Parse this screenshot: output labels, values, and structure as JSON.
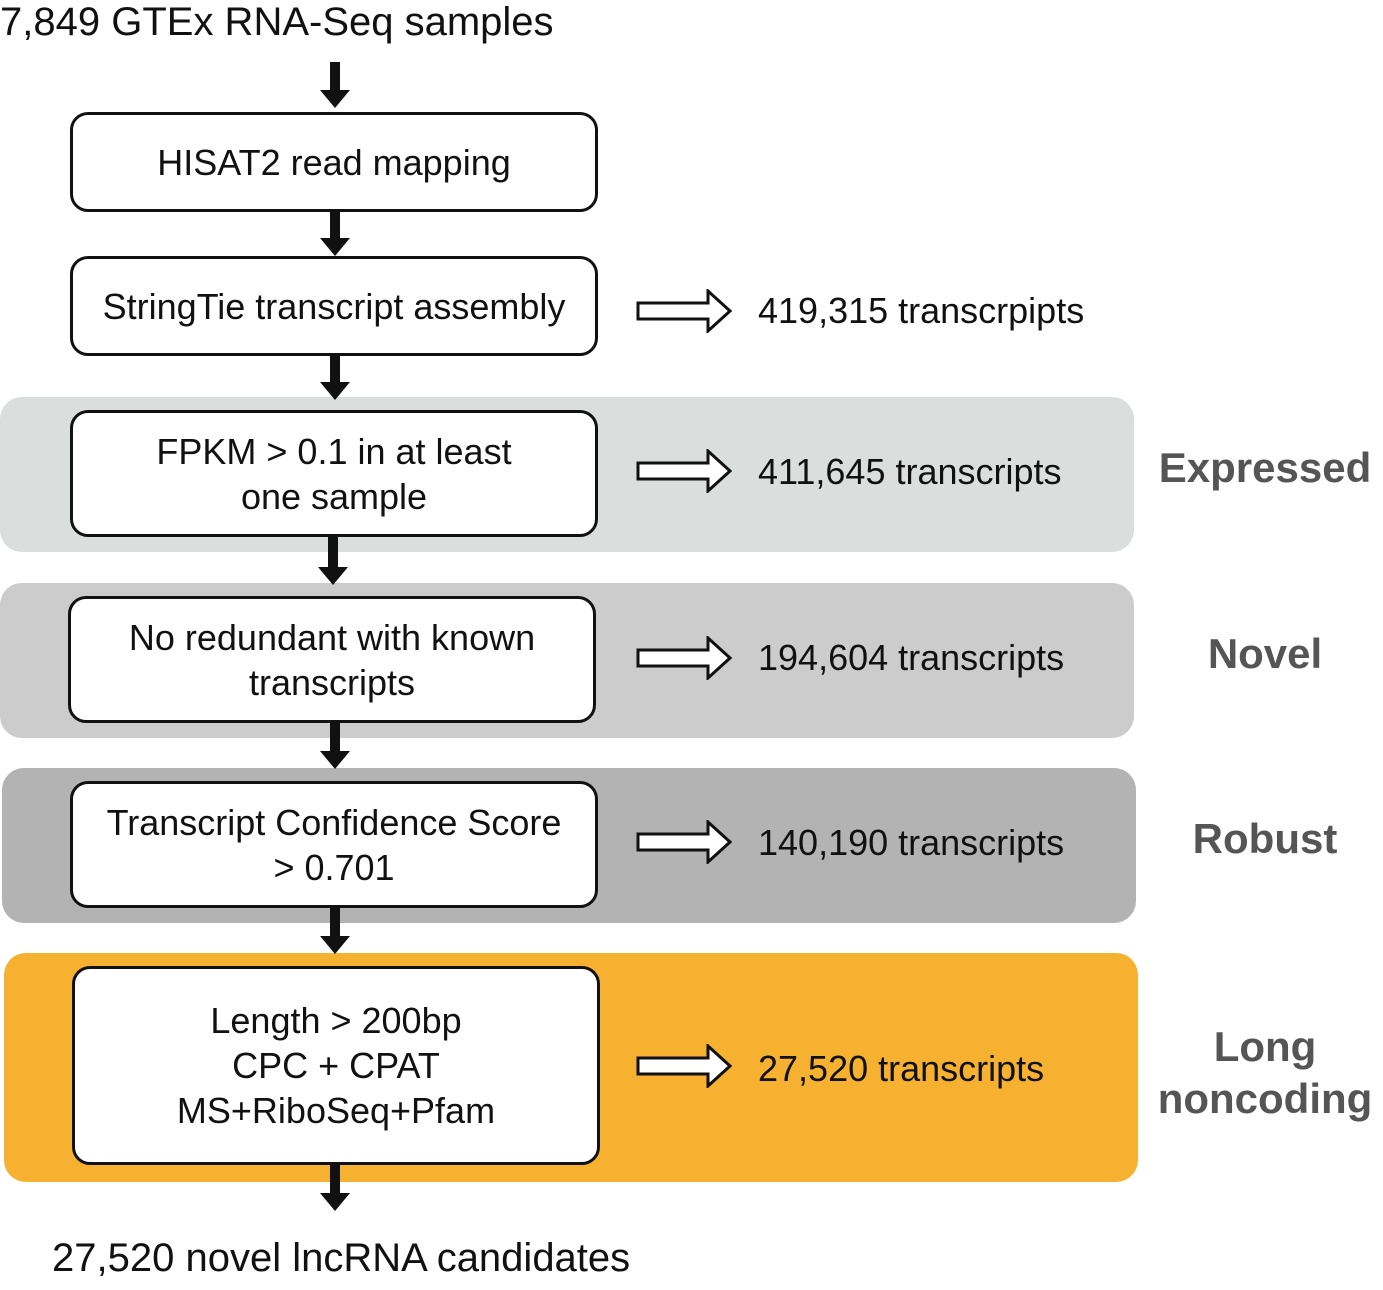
{
  "input_text": "7,849 GTEx RNA-Seq samples",
  "output_text": "27,520 novel lncRNA candidates",
  "steps": [
    {
      "lines": [
        "HISAT2 read mapping"
      ]
    },
    {
      "lines": [
        "StringTie transcript assembly"
      ],
      "count": "419,315 transcrpipts"
    },
    {
      "lines": [
        "FPKM > 0.1 in at least",
        "one sample"
      ],
      "count": "411,645 transcripts",
      "label": [
        "Expressed"
      ],
      "band_color": "#dcdedd"
    },
    {
      "lines": [
        "No redundant with known",
        "transcripts"
      ],
      "count": "194,604 transcripts",
      "label": [
        "Novel"
      ],
      "band_color": "#cbcccb"
    },
    {
      "lines": [
        "Transcript Confidence Score",
        "> 0.701"
      ],
      "count": "140,190 transcripts",
      "label": [
        "Robust"
      ],
      "band_color": "#b3b3b3"
    },
    {
      "lines": [
        "Length > 200bp",
        "CPC + CPAT",
        "MS+RiboSeq+Pfam"
      ],
      "count": "27,520 transcripts",
      "label": [
        "Long",
        "noncoding"
      ],
      "band_color": "#f5b12f"
    }
  ],
  "colors": {
    "label_text": "#555555",
    "arrow": "#111111",
    "box_border": "#111111"
  }
}
